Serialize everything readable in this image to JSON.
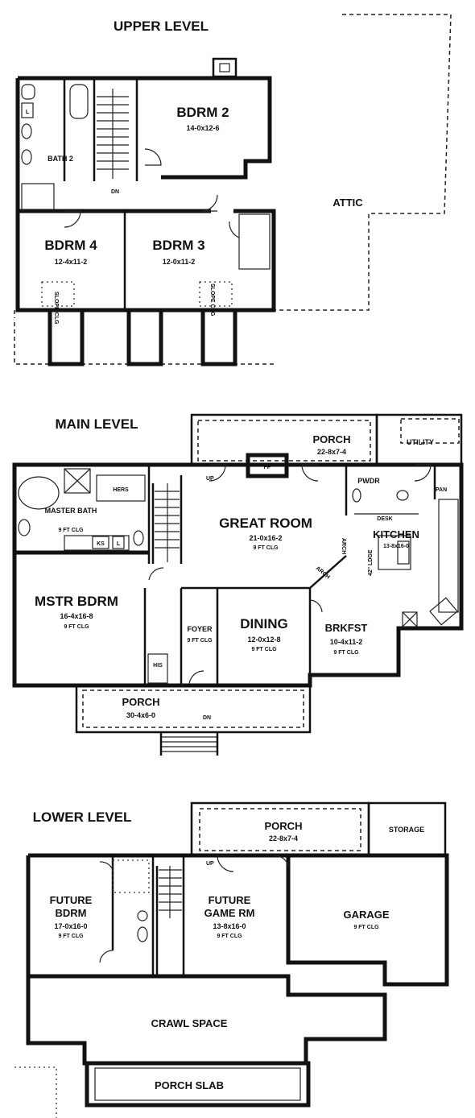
{
  "upper": {
    "heading": "UPPER LEVEL",
    "rooms": {
      "bdrm2": {
        "name": "BDRM 2",
        "dim": "14-0x12-6"
      },
      "bath2": {
        "name": "BATH 2"
      },
      "bdrm4": {
        "name": "BDRM 4",
        "dim": "12-4x11-2"
      },
      "bdrm3": {
        "name": "BDRM 3",
        "dim": "12-0x11-2"
      },
      "attic": {
        "name": "ATTIC"
      }
    },
    "labels": {
      "dn": "DN",
      "slope_clg": "SLOPE CLG",
      "l": "L"
    }
  },
  "main": {
    "heading": "MAIN LEVEL",
    "rooms": {
      "porch_rear": {
        "name": "PORCH",
        "dim": "22-8x7-4"
      },
      "utility": {
        "name": "UTILITY"
      },
      "master_bath": {
        "name": "MASTER BATH",
        "clg": "9 FT CLG"
      },
      "hers": {
        "name": "HERS"
      },
      "great_room": {
        "name": "GREAT ROOM",
        "dim": "21-0x16-2",
        "clg": "9 FT CLG"
      },
      "pwdr": {
        "name": "PWDR"
      },
      "kitchen": {
        "name": "KITCHEN",
        "dim": "13-8x16-0"
      },
      "mstr_bdrm": {
        "name": "MSTR BDRM",
        "dim": "16-4x16-8",
        "clg": "9 FT CLG"
      },
      "foyer": {
        "name": "FOYER",
        "clg": "9 FT CLG"
      },
      "dining": {
        "name": "DINING",
        "dim": "12-0x12-8",
        "clg": "9 FT CLG"
      },
      "brkfst": {
        "name": "BRKFST",
        "dim": "10-4x11-2",
        "clg": "9 FT CLG"
      },
      "porch_front": {
        "name": "PORCH",
        "dim": "30-4x6-0"
      }
    },
    "labels": {
      "up": "UP",
      "fp": "FP",
      "desk": "DESK",
      "pan": "PAN",
      "arch": "ARCH",
      "ledge": "42\" LDGE",
      "ks": "KS",
      "l": "L",
      "his": "HIS",
      "dn": "DN"
    }
  },
  "lower": {
    "heading": "LOWER LEVEL",
    "rooms": {
      "porch": {
        "name": "PORCH",
        "dim": "22-8x7-4"
      },
      "storage": {
        "name": "STORAGE"
      },
      "future_bdrm": {
        "name": "FUTURE BDRM",
        "dim": "17-0x16-0",
        "clg": "9 FT CLG"
      },
      "future_game": {
        "name": "FUTURE GAME RM",
        "dim": "13-8x16-0",
        "clg": "9 FT CLG"
      },
      "garage": {
        "name": "GARAGE",
        "clg": "9 FT CLG"
      },
      "crawl": {
        "name": "CRAWL SPACE"
      },
      "porch_slab": {
        "name": "PORCH SLAB"
      }
    },
    "labels": {
      "up": "UP"
    }
  }
}
